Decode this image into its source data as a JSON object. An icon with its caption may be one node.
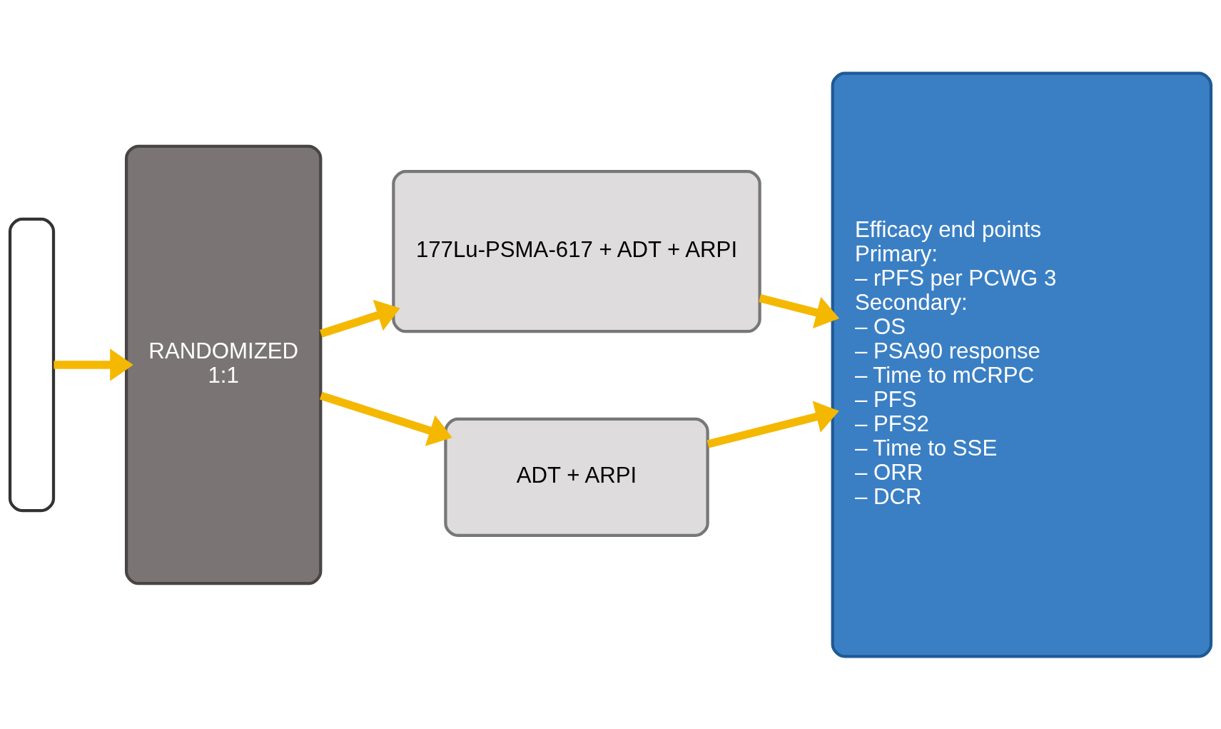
{
  "diagram": {
    "nodes": [
      {
        "text": [],
        "shape": "box"
      },
      {
        "text": [
          "RANDOMIZED",
          "1:1"
        ]
      },
      {
        "text": [
          "177Lu-PSMA-617 + ADT + ARPI"
        ]
      },
      {
        "text": [
          "ADT + ARPI"
        ]
      },
      {
        "text": [
          "Efficacy end points",
          "Primary:",
          "– rPFS per PCWG 3",
          "Secondary:",
          "– OS",
          "– PSA90 response",
          "– Time to mCRPC",
          "– PFS",
          "– PFS2",
          "– Time to SSE",
          "– ORR",
          "– DCR"
        ]
      }
    ],
    "edges": [
      {
        "from": 0,
        "to": 1,
        "arrow": "to"
      },
      {
        "from": 1,
        "to": 2,
        "arrow": "to"
      },
      {
        "from": 1,
        "to": 3,
        "arrow": "to"
      },
      {
        "from": 2,
        "to": 4,
        "arrow": "to"
      },
      {
        "from": 3,
        "to": 4,
        "arrow": "to"
      }
    ]
  }
}
